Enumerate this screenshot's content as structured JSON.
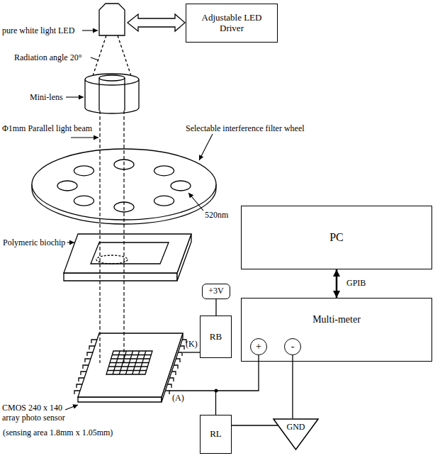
{
  "diagram": {
    "nodes": [
      {
        "text": [
          "Adjustable LED Driver"
        ]
      },
      {
        "text": [
          "PC"
        ]
      },
      {
        "text": [
          "Multi-meter"
        ]
      },
      {
        "text": [
          "+"
        ],
        "in": 2
      },
      {
        "text": [
          "-"
        ],
        "in": 2
      },
      {
        "text": [
          "+3V"
        ]
      },
      {
        "text": [
          "RB"
        ]
      },
      {
        "text": [
          "RL"
        ]
      },
      {
        "text": [
          "GND"
        ]
      }
    ],
    "edges": [
      {
        "from": 1,
        "to": 2,
        "arrow": "both",
        "label": "GPIB"
      },
      {
        "from": 5,
        "to": 6,
        "arrow": "none"
      },
      {
        "from": 3,
        "to": 7,
        "arrow": "none"
      },
      {
        "from": 4,
        "to": 8,
        "arrow": "none"
      },
      {
        "from": 7,
        "to": 8,
        "arrow": "none"
      }
    ],
    "labels": [
      "pure white light LED",
      "Radiation angle 20°",
      "Mini-lens",
      "Φ1mm Parallel light beam",
      "Selectable interference filter wheel",
      "520nm",
      "Polymeric biochip",
      "CMOS 240 x 140 array photo sensor",
      "(sensing area 1.8mm x 1.05mm)",
      "(K)",
      "(A)"
    ]
  }
}
